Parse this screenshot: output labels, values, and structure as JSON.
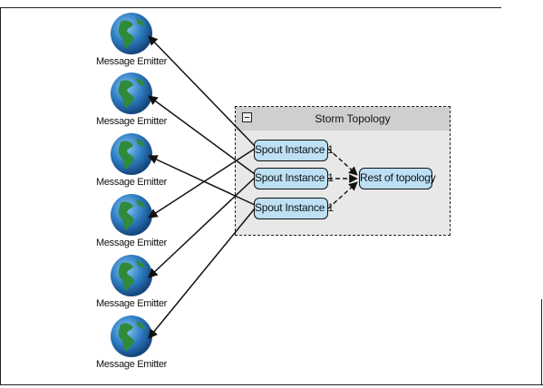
{
  "emitters": [
    {
      "label": "Message Emitter"
    },
    {
      "label": "Message Emitter"
    },
    {
      "label": "Message Emitter"
    },
    {
      "label": "Message Emitter"
    },
    {
      "label": "Message Emitter"
    },
    {
      "label": "Message Emitter"
    }
  ],
  "topology": {
    "title": "Storm Topology",
    "spouts": [
      {
        "label": "Spout Instance 1"
      },
      {
        "label": "Spout Instance 1"
      },
      {
        "label": "Spout Instance 1"
      }
    ],
    "rest": "Rest of topology"
  },
  "colors": {
    "globe_ocean": "#2f7fc4",
    "globe_land": "#2f8a3a",
    "node_fill": "#bde0f5",
    "topology_fill": "#e8e8e8",
    "topology_header": "#cfcfcf"
  }
}
